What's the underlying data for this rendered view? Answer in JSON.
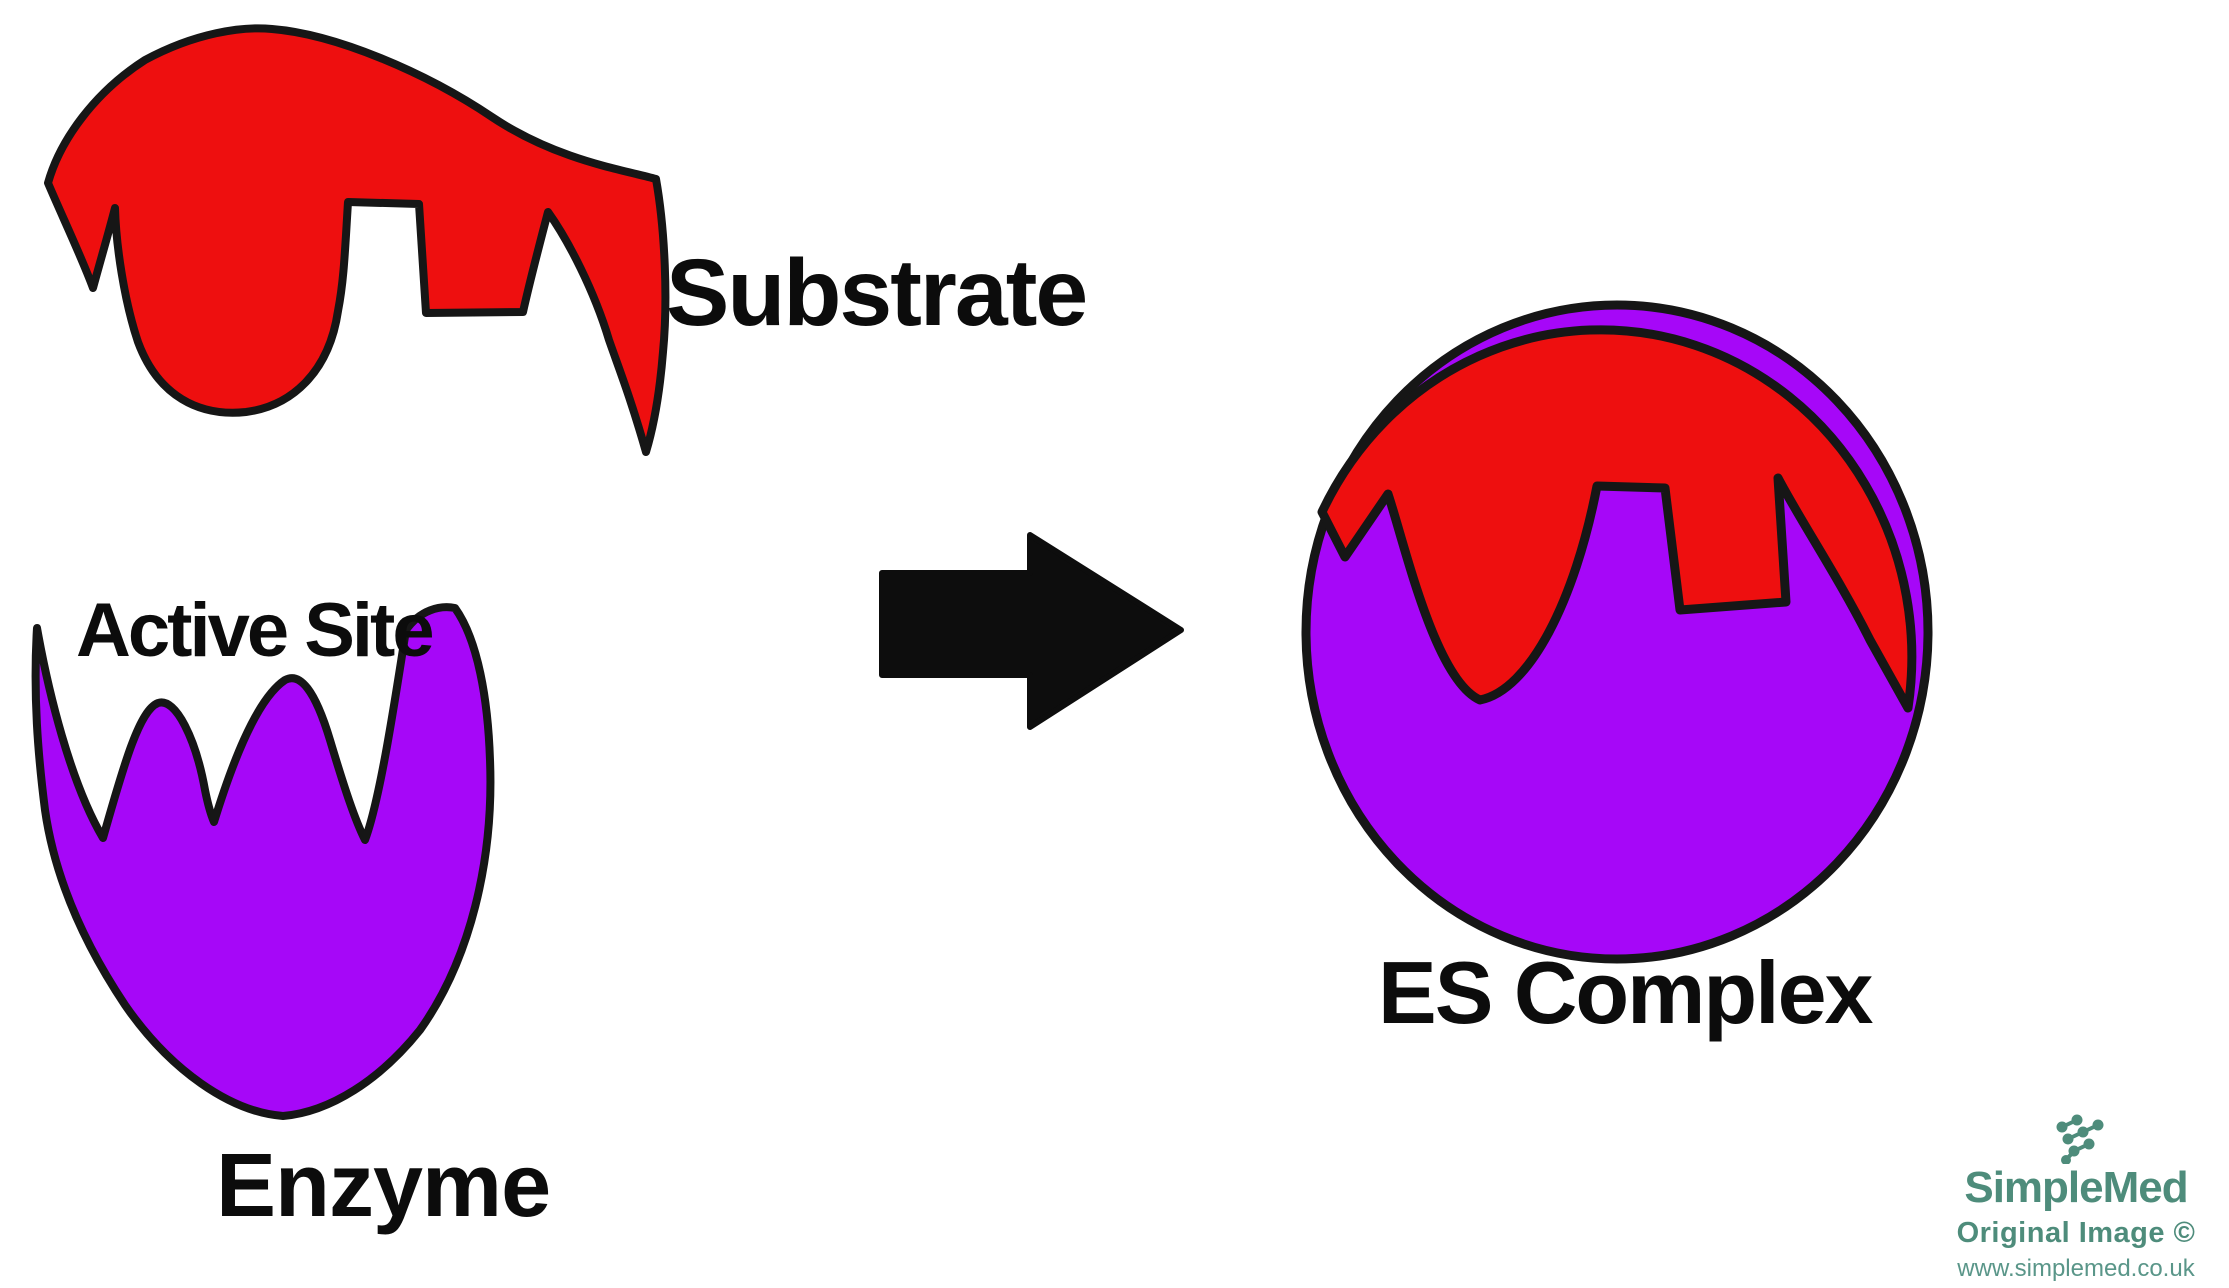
{
  "labels": {
    "substrate": "Substrate",
    "active_site": "Active Site",
    "enzyme": "Enzyme",
    "es_complex": "ES Complex"
  },
  "logo": {
    "brand": "SimpleMed",
    "line2": "Original Image ©",
    "line3": "www.simplemed.co.uk",
    "icon": "molecule-icon"
  },
  "colors": {
    "substrate_red": "#ee0f0f",
    "enzyme_purple": "#a607f8",
    "outline_black": "#161616",
    "arrow_black": "#0d0d0d",
    "label_black": "#0c0c0c",
    "logo_teal": "#4e8c7b",
    "logo_teal_light": "#5a9689",
    "background": "#ffffff"
  }
}
